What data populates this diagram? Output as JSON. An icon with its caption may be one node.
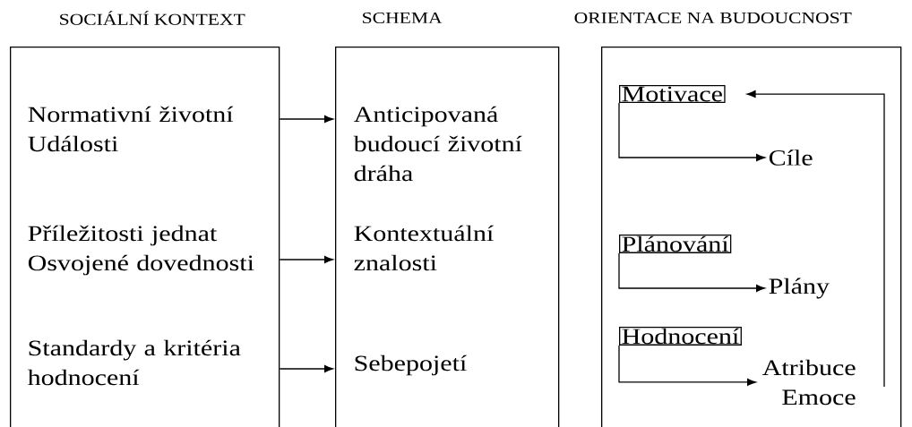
{
  "diagram": {
    "nodes": [
      {
        "text": [
          "SOCIÁLNÍ KONTEXT"
        ]
      },
      {
        "text": [
          "Normativní životní Události"
        ],
        "in": 0
      },
      {
        "text": [
          "Příležitosti jednat Osvojené dovednosti"
        ],
        "in": 0
      },
      {
        "text": [
          "Standardy a kritéria hodnocení"
        ],
        "in": 0
      },
      {
        "text": [
          "SCHEMA"
        ]
      },
      {
        "text": [
          "Anticipovaná budoucí životní dráha"
        ],
        "in": 4
      },
      {
        "text": [
          "Kontextuální znalosti"
        ],
        "in": 4
      },
      {
        "text": [
          "Sebepojetí"
        ],
        "in": 4
      },
      {
        "text": [
          "ORIENTACE NA BUDOUCNOST"
        ]
      },
      {
        "text": [
          "Motivace"
        ],
        "in": 8
      },
      {
        "text": [
          "Cíle"
        ],
        "in": 8
      },
      {
        "text": [
          "Plánování"
        ],
        "in": 8
      },
      {
        "text": [
          "Plány"
        ],
        "in": 8
      },
      {
        "text": [
          "Hodnocení"
        ],
        "in": 8
      },
      {
        "text": [
          "Atribuce Emoce"
        ],
        "in": 8
      }
    ],
    "edges": [
      {
        "from": 1,
        "to": 5,
        "arrow": "to"
      },
      {
        "from": 2,
        "to": 6,
        "arrow": "to"
      },
      {
        "from": 3,
        "to": 7,
        "arrow": "to"
      },
      {
        "from": 9,
        "to": 10,
        "arrow": "to"
      },
      {
        "from": 11,
        "to": 12,
        "arrow": "to"
      },
      {
        "from": 13,
        "to": 14,
        "arrow": "to"
      },
      {
        "from": null,
        "to": 9,
        "arrow": "to"
      }
    ]
  }
}
